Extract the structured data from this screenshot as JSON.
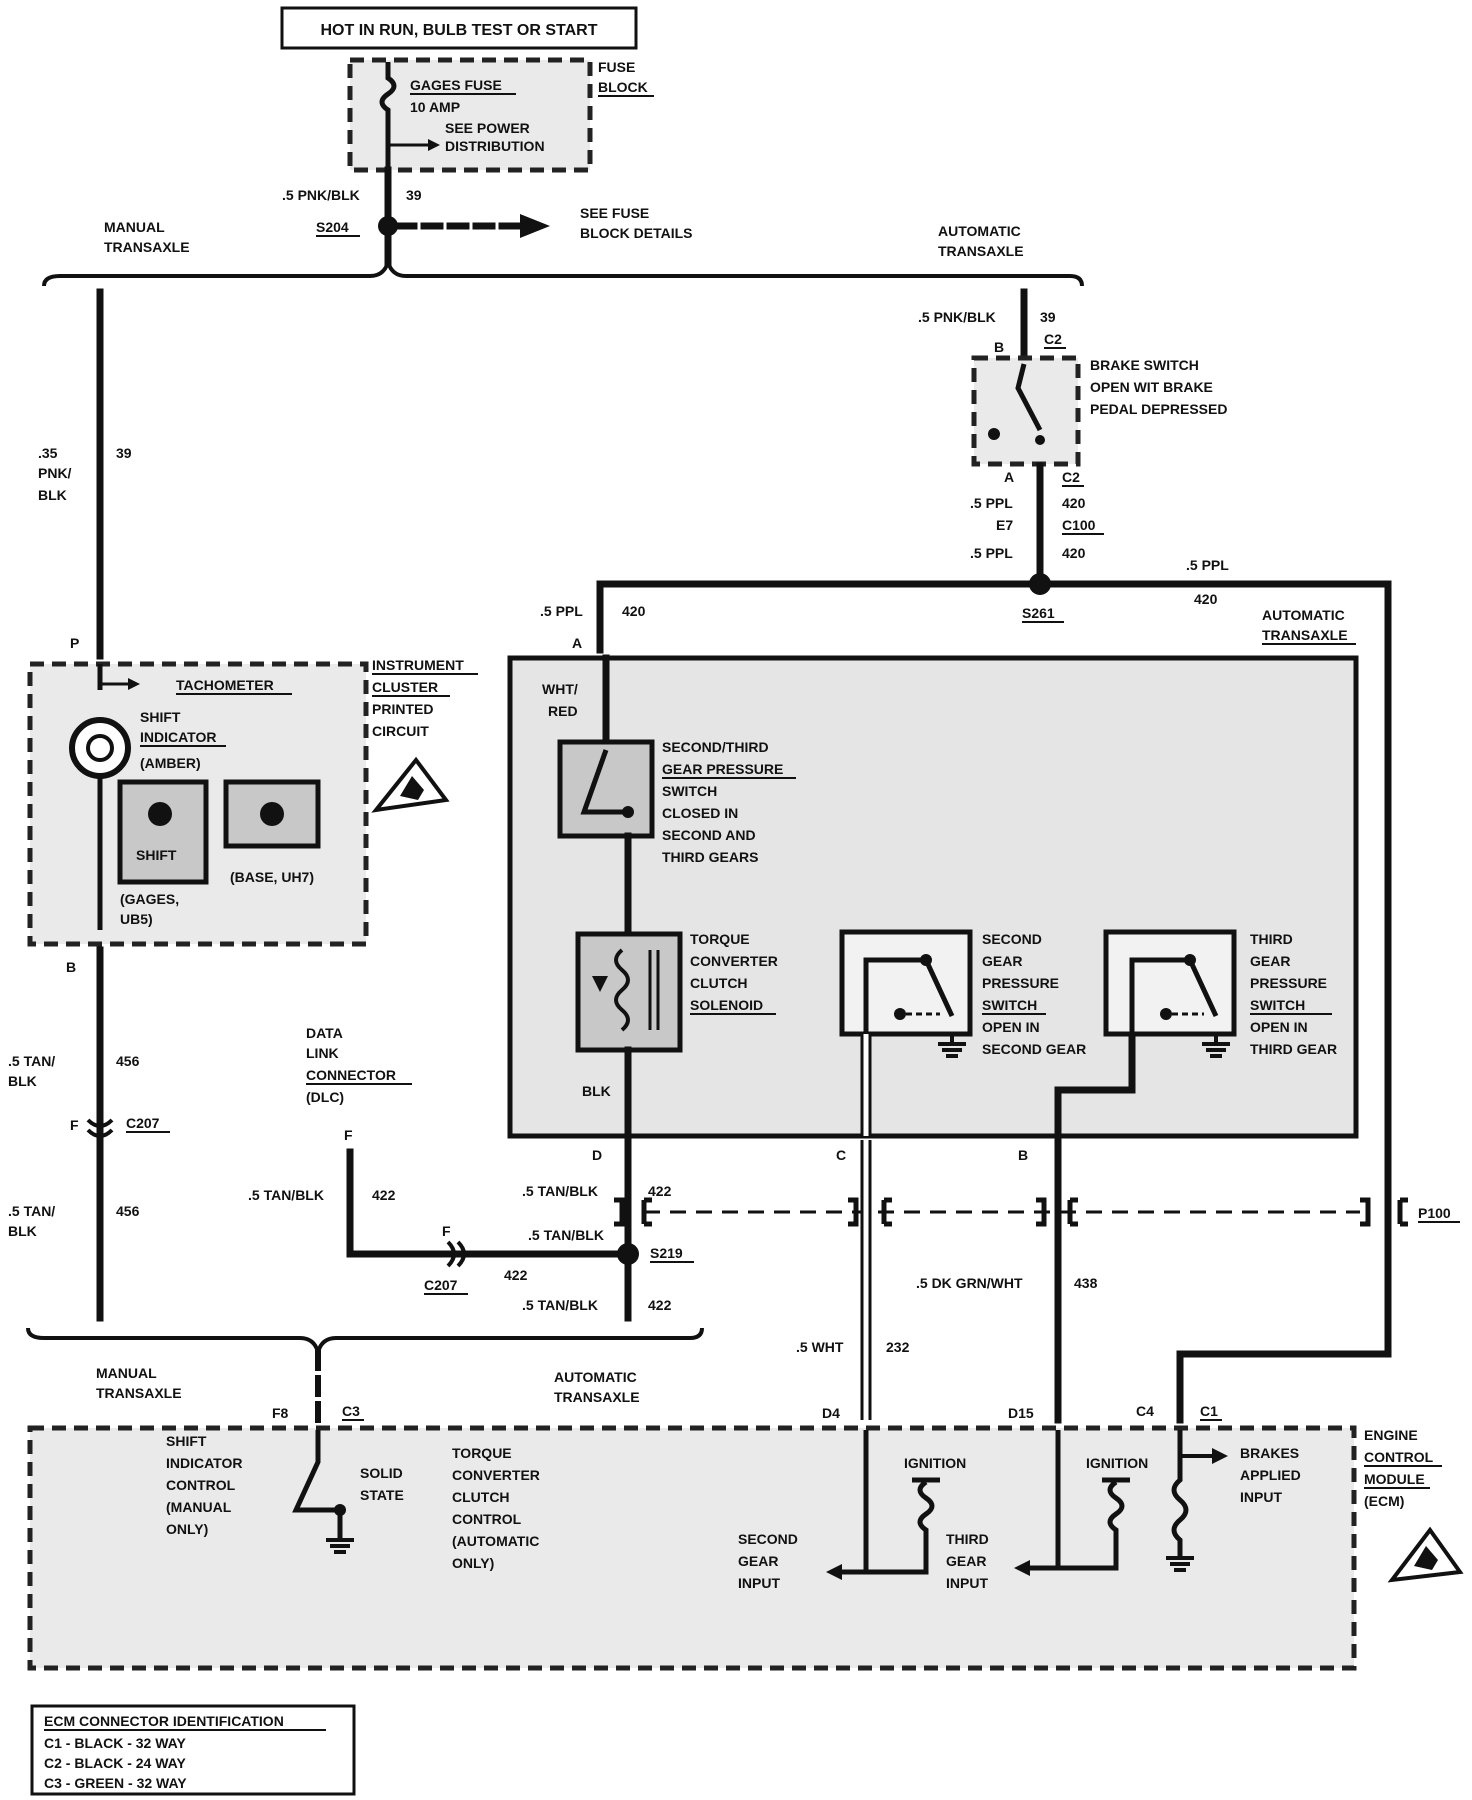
{
  "header_box": "HOT IN RUN, BULB TEST OR START",
  "fuse": {
    "name": "GAGES FUSE",
    "rating": "10 AMP",
    "see_power": [
      "SEE POWER",
      "DISTRIBUTION"
    ],
    "block_label": [
      "FUSE",
      "BLOCK"
    ]
  },
  "top_wire": {
    "gauge": ".5 PNK/BLK",
    "circuit": "39"
  },
  "splice_s204": {
    "name": "S204",
    "see": [
      "SEE FUSE",
      "BLOCK DETAILS"
    ]
  },
  "manual_transaxle": [
    "MANUAL",
    "TRANSAXLE"
  ],
  "automatic_transaxle": [
    "AUTOMATIC",
    "TRANSAXLE"
  ],
  "brake_switch": {
    "wire_in_gauge": ".5 PNK/BLK",
    "wire_in_circuit": "39",
    "pin_top": "B",
    "conn_top": "C2",
    "label": [
      "BRAKE SWITCH",
      "OPEN WIT    BRAKE",
      "PEDAL DEPRESSED"
    ],
    "pin_bottom": "A",
    "conn_bottom": "C2",
    "wire_out_gauge": ".5 PPL",
    "wire_out_circuit": "420",
    "c100_pin": "E7",
    "c100": "C100",
    "wire_out2_gauge": ".5 PPL",
    "wire_out2_circuit": "420"
  },
  "splice_s261": {
    "name": "S261"
  },
  "right_wire": {
    "gauge": ".5 PPL",
    "circuit": "420"
  },
  "left_wire": {
    "gauge": ".35",
    "color1": "PNK/",
    "color2": "BLK",
    "circuit": "39"
  },
  "instrument_cluster": {
    "pin_top": "P",
    "tachometer": "TACHOMETER",
    "shift_indicator": [
      "SHIFT",
      "INDICATOR",
      "(AMBER)"
    ],
    "title": [
      "INSTRUMENT",
      "CLUSTER",
      "PRINTED",
      "CIRCUIT"
    ],
    "lamp1_label": "SHIFT",
    "lamp1_sub": [
      "(GAGES,",
      "UB5)"
    ],
    "lamp2_label": "(BASE, UH7)",
    "pin_bottom": "B"
  },
  "left_lower_wire": {
    "gauge1": ".5 TAN/",
    "color1": "BLK",
    "circuit1": "456",
    "c207_pin": "F",
    "c207": "C207",
    "gauge2": ".5 TAN/",
    "color2": "BLK",
    "circuit2": "456"
  },
  "dlc": {
    "label": [
      "DATA",
      "LINK",
      "CONNECTOR",
      "(DLC)"
    ],
    "pin": "F",
    "wire_gauge": ".5 TAN/BLK",
    "wire_circuit": "422",
    "c207_pin": "F",
    "c207": "C207",
    "h_circuit": "422",
    "h_gauge": ".5 TAN/BLK"
  },
  "trans_box": {
    "pin_a": "A",
    "in_gauge": ".5 PPL",
    "in_circuit": "420",
    "title": [
      "AUTOMATIC",
      "TRANSAXLE"
    ],
    "wht_red": [
      "WHT/",
      "RED"
    ],
    "sw23": [
      "SECOND/THIRD",
      "GEAR PRESSURE",
      "SWITCH",
      "CLOSED IN",
      "SECOND AND",
      "THIRD GEARS"
    ],
    "tcc": [
      "TORQUE",
      "CONVERTER",
      "CLUTCH",
      "SOLENOID"
    ],
    "blk": "BLK",
    "sw2": [
      "SECOND",
      "GEAR",
      "PRESSURE",
      "SWITCH",
      "OPEN IN",
      "SECOND GEAR"
    ],
    "sw3": [
      "THIRD",
      "GEAR",
      "PRESSURE",
      "SWITCH",
      "OPEN IN",
      "THIRD GEAR"
    ],
    "pin_d": "D",
    "pin_c": "C",
    "pin_b": "B"
  },
  "center_wires": {
    "d_gauge": ".5 TAN/BLK",
    "d_circuit": "422",
    "s219": "S219",
    "s219_gauge": ".5 TAN/BLK",
    "d2_gauge": ".5 TAN/BLK",
    "d2_circuit": "422",
    "p100": "P100",
    "b_gauge": ".5 DK GRN/WHT",
    "b_circuit": "438",
    "c_gauge": ".5 WHT",
    "c_circuit": "232"
  },
  "ecm": {
    "pin_f8": "F8",
    "conn_c3": "C3",
    "pin_d4": "D4",
    "pin_d15": "D15",
    "pin_c4": "C4",
    "conn_c1": "C1",
    "shift_ctrl": [
      "SHIFT",
      "INDICATOR",
      "CONTROL",
      "(MANUAL",
      "ONLY)"
    ],
    "solid_state": [
      "SOLID",
      "STATE"
    ],
    "tcc_ctrl": [
      "TORQUE",
      "CONVERTER",
      "CLUTCH",
      "CONTROL",
      "(AUTOMATIC",
      "ONLY)"
    ],
    "ignition1": "IGNITION",
    "ignition2": "IGNITION",
    "second_input": [
      "SECOND",
      "GEAR",
      "INPUT"
    ],
    "third_input": [
      "THIRD",
      "GEAR",
      "INPUT"
    ],
    "brakes_input": [
      "BRAKES",
      "APPLIED",
      "INPUT"
    ],
    "title": [
      "ENGINE",
      "CONTROL",
      "MODULE",
      "(ECM)"
    ]
  },
  "connector_id": {
    "title": "ECM CONNECTOR IDENTIFICATION",
    "rows": [
      "C1 - BLACK - 32 WAY",
      "C2 - BLACK - 24 WAY",
      "C3 - GREEN - 32 WAY"
    ]
  },
  "colors": {
    "ink": "#111111",
    "panel": "#d4d4d4"
  }
}
